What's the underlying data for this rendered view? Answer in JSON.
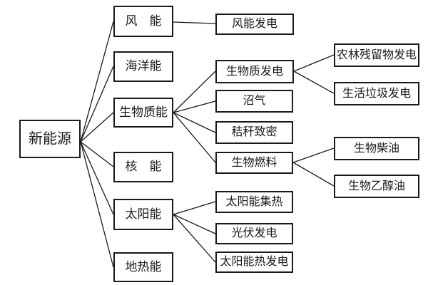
{
  "diagram": {
    "nodes": [
      {
        "id": "new-energy",
        "label": "新能源",
        "level": 1
      },
      {
        "id": "wind",
        "label": "风　能",
        "level": 2
      },
      {
        "id": "ocean",
        "label": "海洋能",
        "level": 2
      },
      {
        "id": "biomass",
        "label": "生物质能",
        "level": 2
      },
      {
        "id": "nuclear",
        "label": "核　能",
        "level": 2
      },
      {
        "id": "solar",
        "label": "太阳能",
        "level": 2
      },
      {
        "id": "geothermal",
        "label": "地热能",
        "level": 2
      },
      {
        "id": "wind-power",
        "label": "风能发电",
        "level": 3
      },
      {
        "id": "biomass-power",
        "label": "生物质发电",
        "level": 3
      },
      {
        "id": "biogas",
        "label": "沼气",
        "level": 3
      },
      {
        "id": "straw-densification",
        "label": "秸秆致密",
        "level": 3
      },
      {
        "id": "biofuel",
        "label": "生物燃料",
        "level": 3
      },
      {
        "id": "solar-thermal-collection",
        "label": "太阳能集热",
        "level": 3
      },
      {
        "id": "pv-power",
        "label": "光伏发电",
        "level": 3
      },
      {
        "id": "solar-thermal-power",
        "label": "太阳能热发电",
        "level": 3
      },
      {
        "id": "agroforestry-residue-power",
        "label": "农林残留物发电",
        "level": 4
      },
      {
        "id": "municipal-waste-power",
        "label": "生活垃圾发电",
        "level": 4
      },
      {
        "id": "biodiesel",
        "label": "生物柴油",
        "level": 4
      },
      {
        "id": "bioethanol",
        "label": "生物乙醇油",
        "level": 4
      }
    ],
    "edges": [
      {
        "from": "new-energy",
        "to": "wind"
      },
      {
        "from": "new-energy",
        "to": "ocean"
      },
      {
        "from": "new-energy",
        "to": "biomass"
      },
      {
        "from": "new-energy",
        "to": "nuclear"
      },
      {
        "from": "new-energy",
        "to": "solar"
      },
      {
        "from": "new-energy",
        "to": "geothermal"
      },
      {
        "from": "wind",
        "to": "wind-power"
      },
      {
        "from": "biomass",
        "to": "biomass-power"
      },
      {
        "from": "biomass",
        "to": "biogas"
      },
      {
        "from": "biomass",
        "to": "straw-densification"
      },
      {
        "from": "biomass",
        "to": "biofuel"
      },
      {
        "from": "biomass-power",
        "to": "agroforestry-residue-power"
      },
      {
        "from": "biomass-power",
        "to": "municipal-waste-power"
      },
      {
        "from": "biofuel",
        "to": "biodiesel"
      },
      {
        "from": "biofuel",
        "to": "bioethanol"
      },
      {
        "from": "solar",
        "to": "solar-thermal-collection"
      },
      {
        "from": "solar",
        "to": "pv-power"
      },
      {
        "from": "solar",
        "to": "solar-thermal-power"
      }
    ],
    "colors": {
      "background": "#ffffff",
      "box_border": "#1a1a1a",
      "line": "#1a1a1a",
      "text": "#1a1a1a"
    }
  }
}
